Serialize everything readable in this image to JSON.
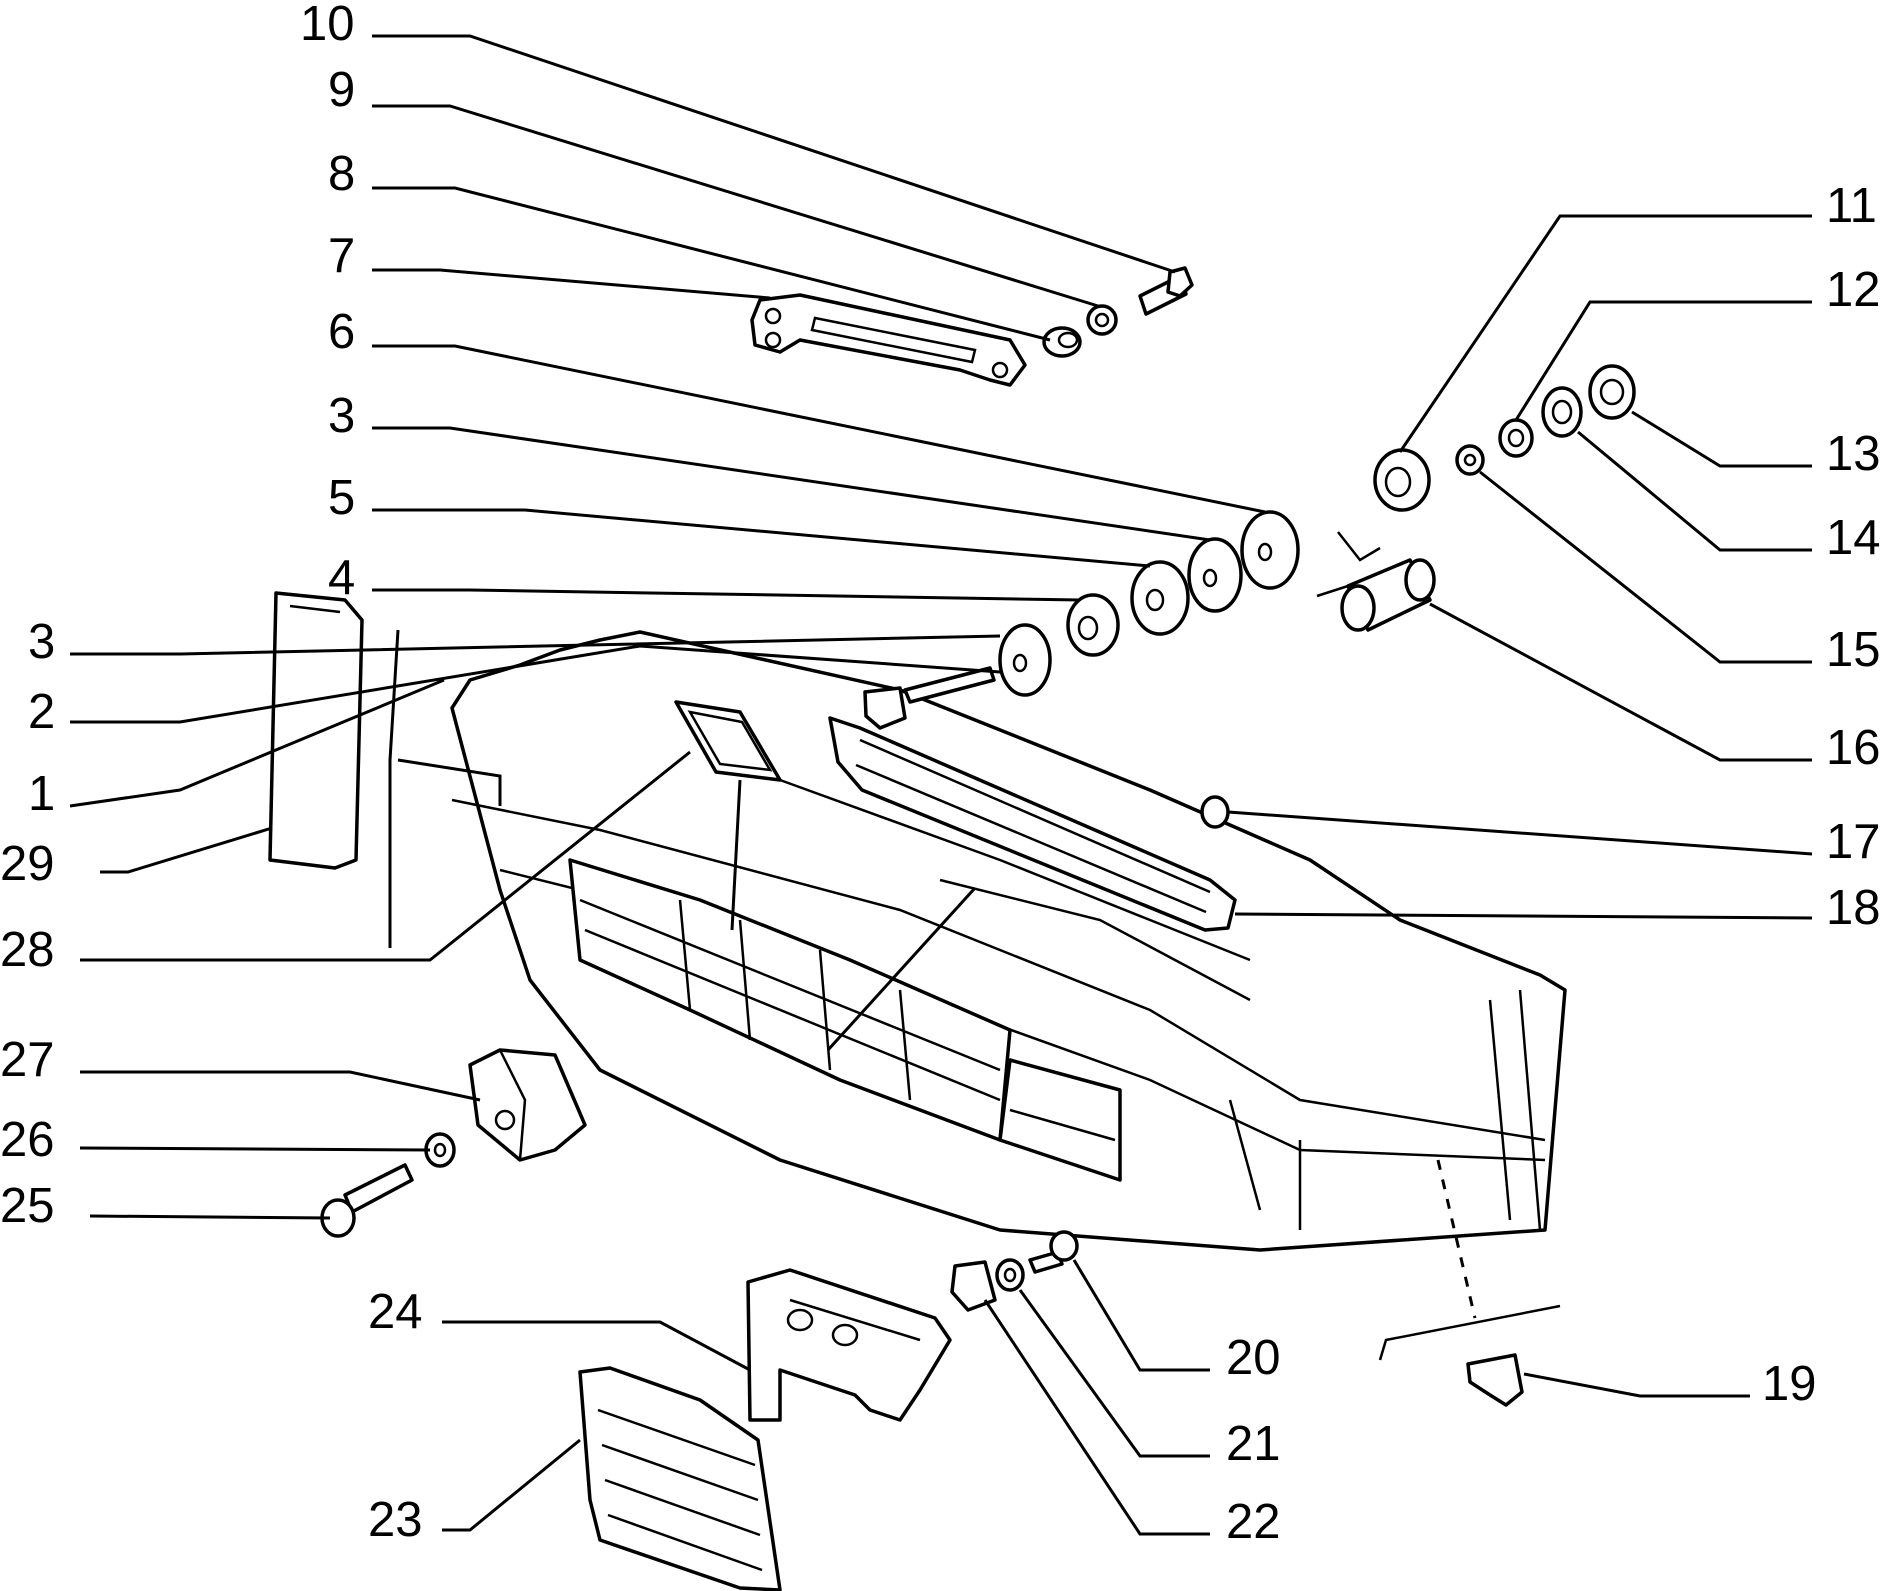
{
  "diagram": {
    "type": "exploded-parts-view",
    "line_color": "#000000",
    "background": "#ffffff",
    "callouts": [
      {
        "id": "c10",
        "label": "10"
      },
      {
        "id": "c9",
        "label": "9"
      },
      {
        "id": "c8",
        "label": "8"
      },
      {
        "id": "c7",
        "label": "7"
      },
      {
        "id": "c6",
        "label": "6"
      },
      {
        "id": "c3a",
        "label": "3"
      },
      {
        "id": "c5",
        "label": "5"
      },
      {
        "id": "c4",
        "label": "4"
      },
      {
        "id": "c3b",
        "label": "3"
      },
      {
        "id": "c2",
        "label": "2"
      },
      {
        "id": "c1",
        "label": "1"
      },
      {
        "id": "c29",
        "label": "29"
      },
      {
        "id": "c28",
        "label": "28"
      },
      {
        "id": "c27",
        "label": "27"
      },
      {
        "id": "c26",
        "label": "26"
      },
      {
        "id": "c25",
        "label": "25"
      },
      {
        "id": "c24",
        "label": "24"
      },
      {
        "id": "c23",
        "label": "23"
      },
      {
        "id": "c11",
        "label": "11"
      },
      {
        "id": "c12",
        "label": "12"
      },
      {
        "id": "c13",
        "label": "13"
      },
      {
        "id": "c14",
        "label": "14"
      },
      {
        "id": "c15",
        "label": "15"
      },
      {
        "id": "c16",
        "label": "16"
      },
      {
        "id": "c17",
        "label": "17"
      },
      {
        "id": "c18",
        "label": "18"
      },
      {
        "id": "c19",
        "label": "19"
      },
      {
        "id": "c20",
        "label": "20"
      },
      {
        "id": "c21",
        "label": "21"
      },
      {
        "id": "c22",
        "label": "22"
      }
    ]
  }
}
